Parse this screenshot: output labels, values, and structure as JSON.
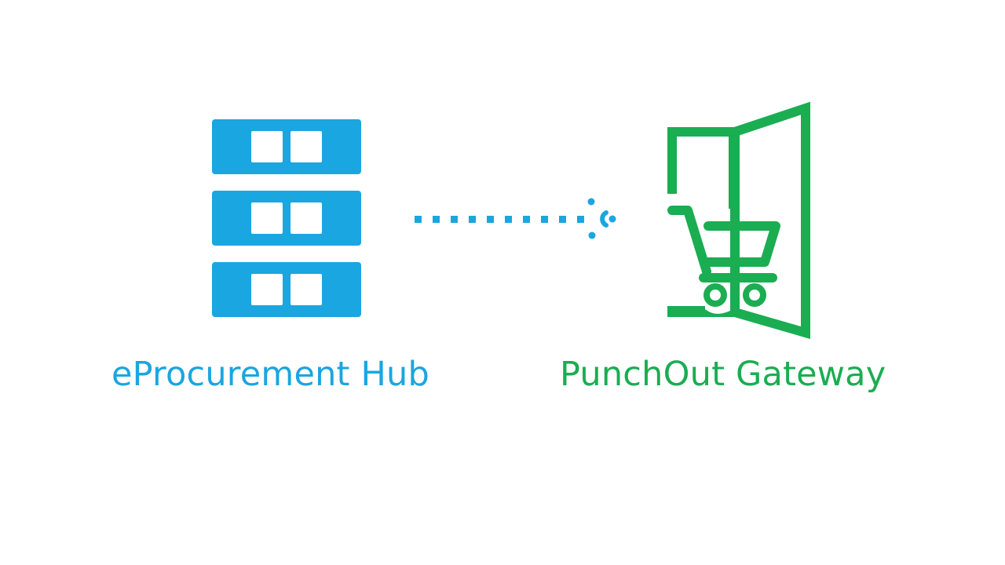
{
  "diagram": {
    "nodes": [
      {
        "id": "hub",
        "label": "eProcurement Hub",
        "icon": "server-rack-icon",
        "color": "#1aa6e0"
      },
      {
        "id": "gateway",
        "label": "PunchOut Gateway",
        "icon": "door-cart-icon",
        "color": "#1aad52"
      }
    ],
    "edges": [
      {
        "from": "hub",
        "to": "gateway",
        "style": "dotted",
        "color": "#1aa6e0",
        "endpoint": "signal-connector-icon"
      }
    ]
  },
  "colors": {
    "hub": "#1aa6e0",
    "gateway": "#1aad52",
    "background": "#ffffff"
  }
}
